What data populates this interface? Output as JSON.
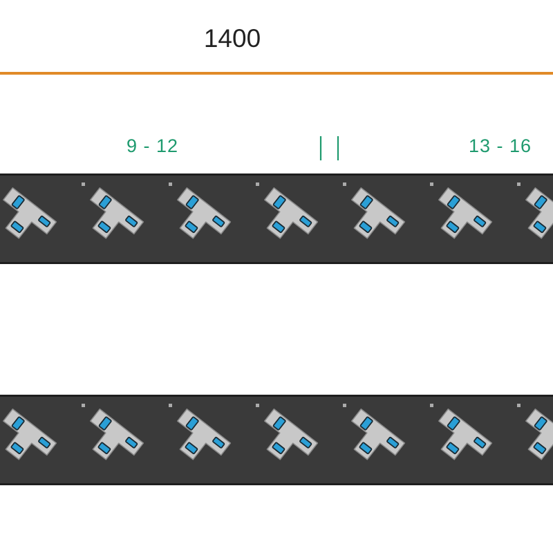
{
  "dimension": {
    "label": "1400",
    "line_color": "#e08a28"
  },
  "groups": [
    {
      "label": "9 - 12"
    },
    {
      "label": "13 - 16"
    }
  ],
  "separator": {
    "label": "| |"
  },
  "colors": {
    "group_label": "#1e9a6e",
    "strip_body": "#3a3a3a",
    "strip_edge": "#1e1e1e",
    "socket_body": "#c8c8c8",
    "socket_outline": "#8a8a8a",
    "socket_pin": "#2a9fd6",
    "socket_pin_outline": "#1a2a33"
  },
  "strips": [
    {
      "name": "top-pdu-strip",
      "socket_count": 7,
      "icon": "bs1363-socket-icon"
    },
    {
      "name": "bottom-pdu-strip",
      "socket_count": 7,
      "icon": "bs1363-socket-icon"
    }
  ]
}
